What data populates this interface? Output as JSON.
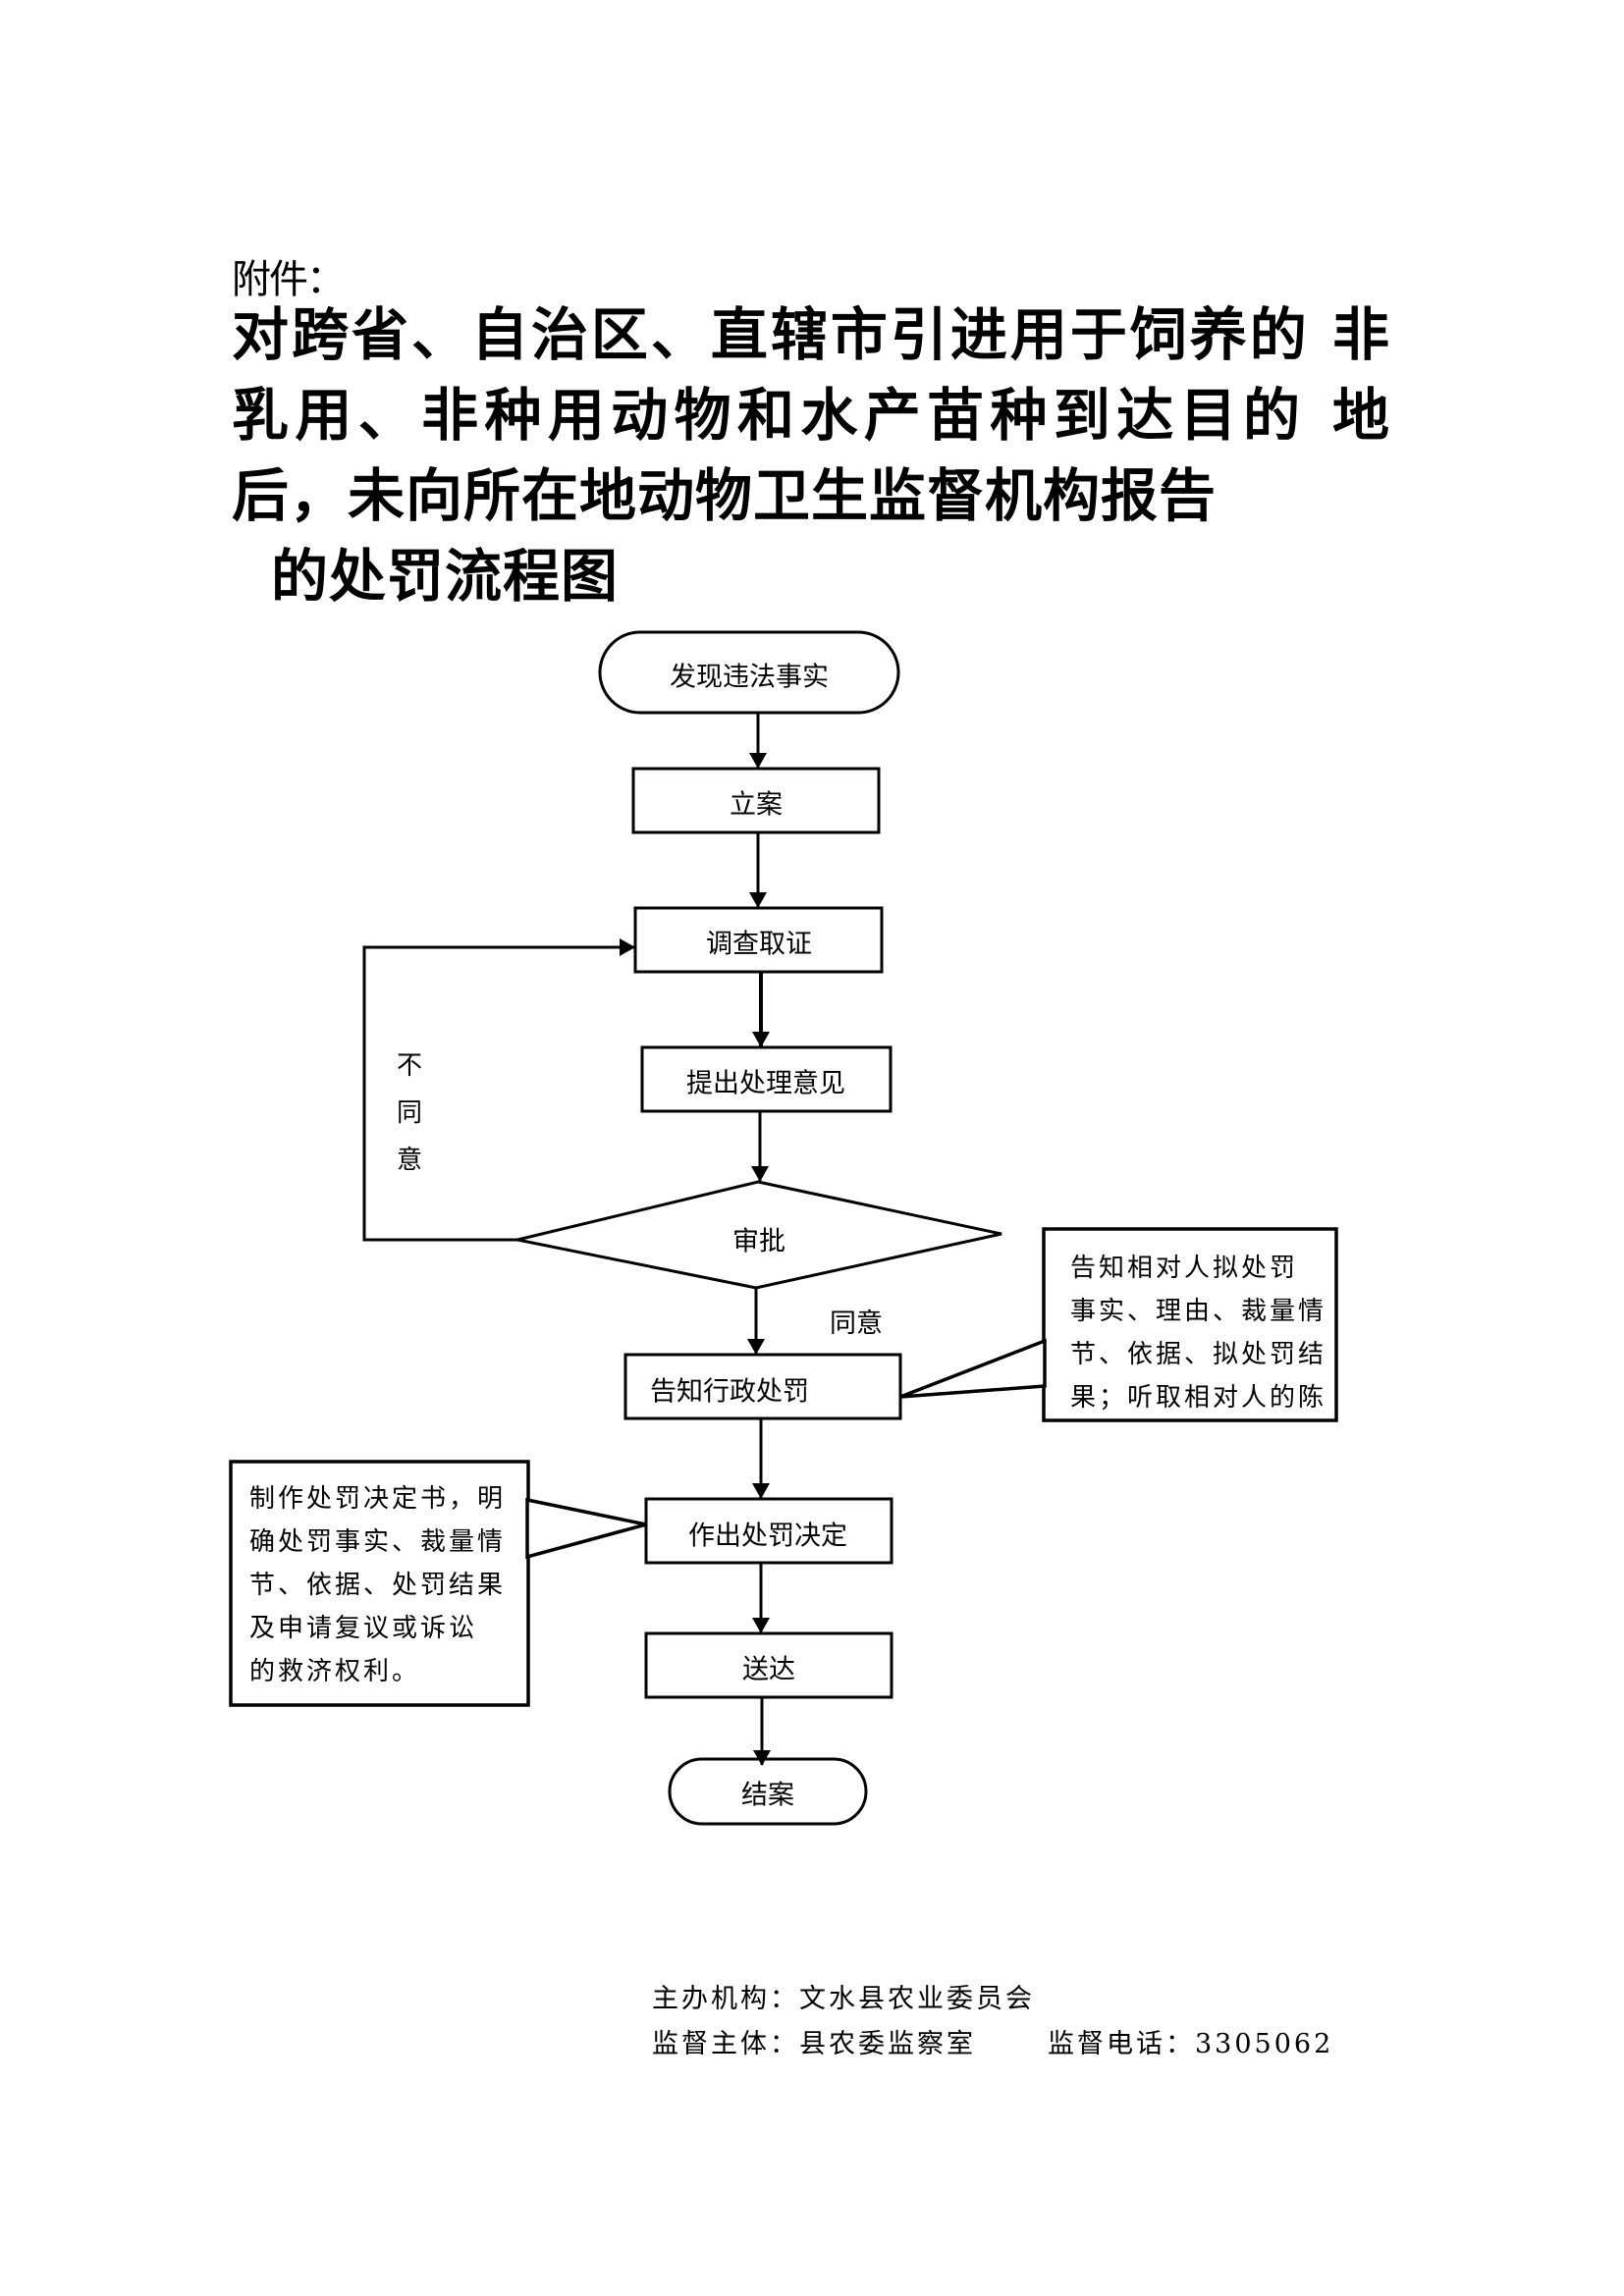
{
  "header": {
    "attachment_label": "附件：",
    "title_lines": [
      "对跨省、自治区、直辖市引进用于饲养的",
      "非乳用、非种用动物和水产苗种到达目的",
      "地后，未向所在地动物卫生监督机构报告",
      "的处罚流程图"
    ]
  },
  "flowchart": {
    "nodes": {
      "start": "发现违法事实",
      "file_case": "立案",
      "investigate": "调查取证",
      "propose": "提出处理意见",
      "approve": "审批",
      "notify": "告知行政处罚",
      "decide": "作出处罚决定",
      "deliver": "送达",
      "end": "结案"
    },
    "edge_labels": {
      "disagree": [
        "不",
        "同",
        "意"
      ],
      "agree": "同意"
    },
    "notes": {
      "notify_note": [
        "告知相对人拟处罚",
        "事实、理由、裁量情",
        "节、依据、拟处罚结",
        "果；听取相对人的陈"
      ],
      "decide_note": [
        "制作处罚决定书，明",
        "确处罚事实、裁量情",
        "节、依据、处罚结果",
        "及申请复议或诉讼",
        "的救济权利。"
      ]
    }
  },
  "footer": {
    "organizer": "主办机构：文水县农业委员会",
    "supervisor": "监督主体：县农委监察室",
    "phone": "监督电话：3305062"
  }
}
